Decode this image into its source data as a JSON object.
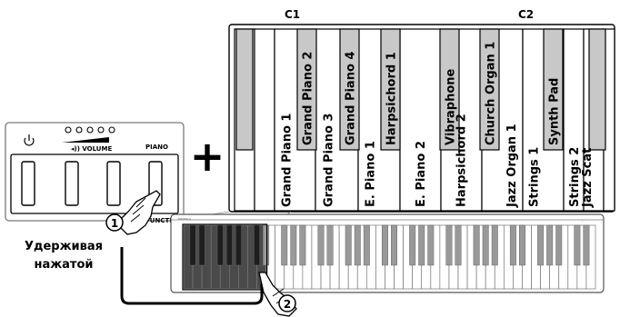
{
  "octave_labels": {
    "c1": "C1",
    "c2": "C2"
  },
  "plus_sign": "+",
  "panel": {
    "volume_label": "◂)) VOLUME",
    "piano_label": "PIANO",
    "function_label": "FUNCTION",
    "power_icon": "power-icon"
  },
  "steps": {
    "one": "1",
    "two": "2"
  },
  "hold_text": {
    "line1": "Удерживая",
    "line2": "нажатой"
  },
  "tones": [
    "Grand Piano 1",
    "Grand Piano 2",
    "Grand Piano 3",
    "Grand Piano 4",
    "E. Piano 1",
    "E. Piano 2",
    "Harpsichord 1",
    "Harpsichord 2",
    "Vibraphone",
    "Jazz Organ 1",
    "Church Organ 1",
    "Strings 1",
    "Strings 2",
    "Synth Pad",
    "Jazz Scat"
  ],
  "colors": {
    "key_gray": "#c8c8c8",
    "outline": "#000000",
    "highlight": "#3a3a3a",
    "panel_border": "#7a7a7a"
  }
}
